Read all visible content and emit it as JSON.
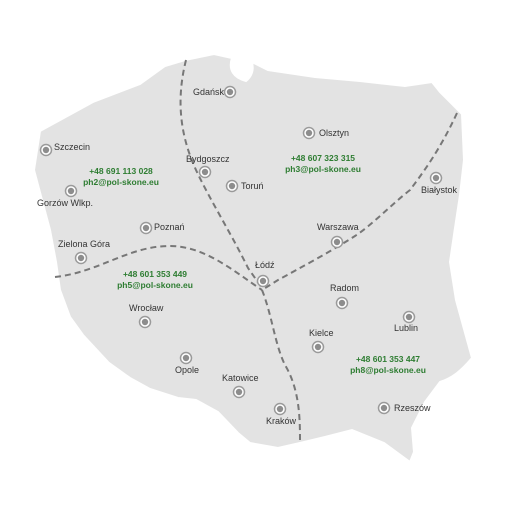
{
  "colors": {
    "land": "#e3e3e3",
    "border": "#ffffff",
    "divider": "#777777",
    "marker_ring": "#9a9a9a",
    "marker_dot": "#8d8d8d",
    "contact_text": "#2e7d32",
    "city_text": "#333333"
  },
  "cities": [
    {
      "id": "gdansk",
      "name": "Gdańsk"
    },
    {
      "id": "olsztyn",
      "name": "Olsztyn"
    },
    {
      "id": "szczecin",
      "name": "Szczecin"
    },
    {
      "id": "gorzow",
      "name": "Gorzów Wlkp."
    },
    {
      "id": "bydgoszcz",
      "name": "Bydgoszcz"
    },
    {
      "id": "torun",
      "name": "Toruń"
    },
    {
      "id": "bialystok",
      "name": "Białystok"
    },
    {
      "id": "poznan",
      "name": "Poznań"
    },
    {
      "id": "warszawa",
      "name": "Warszawa"
    },
    {
      "id": "zielona-gora",
      "name": "Zielona Góra"
    },
    {
      "id": "lodz",
      "name": "Łódź"
    },
    {
      "id": "radom",
      "name": "Radom"
    },
    {
      "id": "wroclaw",
      "name": "Wrocław"
    },
    {
      "id": "lublin",
      "name": "Lublin"
    },
    {
      "id": "kielce",
      "name": "Kielce"
    },
    {
      "id": "opole",
      "name": "Opole"
    },
    {
      "id": "katowice",
      "name": "Katowice"
    },
    {
      "id": "krakow",
      "name": "Kraków"
    },
    {
      "id": "rzeszow",
      "name": "Rzeszów"
    }
  ],
  "regions": [
    {
      "id": "ph2",
      "phone": "+48 691 113 028",
      "email": "ph2@pol-skone.eu"
    },
    {
      "id": "ph3",
      "phone": "+48 607 323 315",
      "email": "ph3@pol-skone.eu"
    },
    {
      "id": "ph5",
      "phone": "+48 601 353 449",
      "email": "ph5@pol-skone.eu"
    },
    {
      "id": "ph8",
      "phone": "+48 601 353 447",
      "email": "ph8@pol-skone.eu"
    }
  ]
}
